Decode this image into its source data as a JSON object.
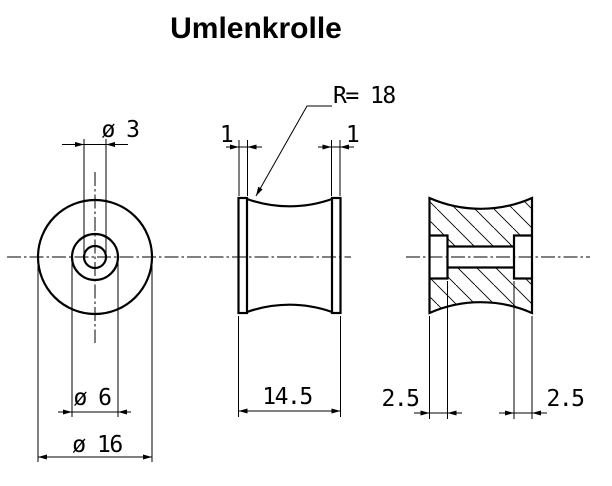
{
  "title": "Umlenkrolle",
  "colors": {
    "line": "#000000",
    "background": "#ffffff"
  },
  "views": {
    "front": {
      "dims": {
        "bore": "ø 3",
        "hub": "ø 6",
        "outer": "ø 16"
      }
    },
    "side": {
      "dims": {
        "flange_left": "1",
        "flange_right": "1",
        "width": "14.5",
        "groove_radius": "R= 18"
      }
    },
    "section": {
      "dims": {
        "counterbore_left": "2.5",
        "counterbore_right": "2.5"
      }
    }
  }
}
